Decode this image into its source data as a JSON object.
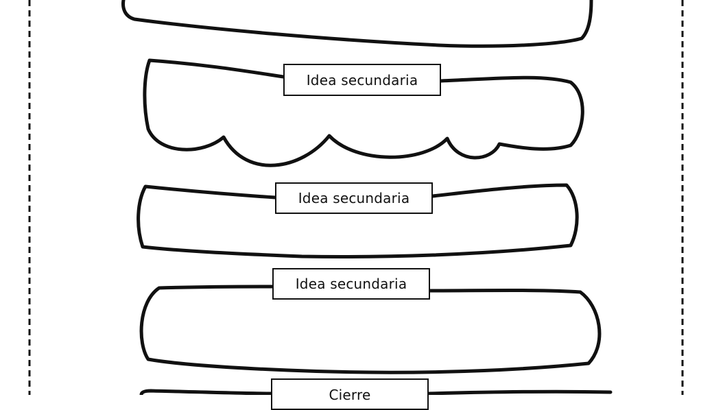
{
  "worksheet": {
    "labels": [
      "Idea secundaria",
      "Idea secundaria",
      "Idea secundaria",
      "Cierre"
    ]
  }
}
